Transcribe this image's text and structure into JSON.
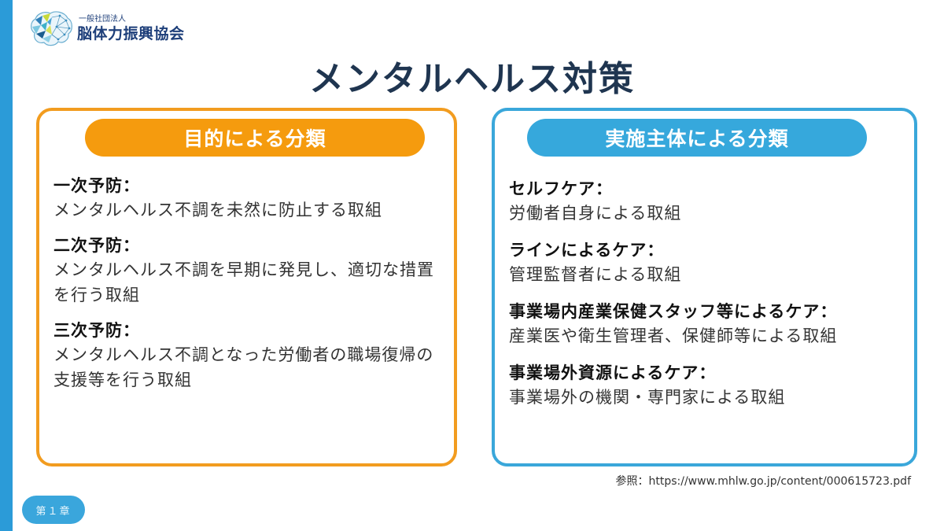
{
  "brand": {
    "org_type": "一般社団法人",
    "org_name": "脳体力振興協会",
    "logo_icon": "brain-network-icon"
  },
  "page": {
    "title": "メンタルヘルス対策",
    "chapter": "第１章",
    "reference": "参照：https://www.mhlw.go.jp/content/000615723.pdf"
  },
  "colors": {
    "side_stripe": "#2b9bd8",
    "title": "#1f3550",
    "orange": "#f59b0e",
    "blue": "#36a8dc"
  },
  "left_panel": {
    "header": "目的による分類",
    "items": [
      {
        "title": "一次予防：",
        "desc": "メンタルヘルス不調を未然に防止する取組"
      },
      {
        "title": "二次予防：",
        "desc": "メンタルヘルス不調を早期に発見し、適切な措置を行う取組"
      },
      {
        "title": "三次予防：",
        "desc": "メンタルヘルス不調となった労働者の職場復帰の支援等を行う取組"
      }
    ]
  },
  "right_panel": {
    "header": "実施主体による分類",
    "items": [
      {
        "title": "セルフケア：",
        "desc": "労働者自身による取組"
      },
      {
        "title": "ラインによるケア：",
        "desc": "管理監督者による取組"
      },
      {
        "title": "事業場内産業保健スタッフ等によるケア：",
        "desc": "産業医や衛生管理者、保健師等による取組"
      },
      {
        "title": "事業場外資源によるケア：",
        "desc": "事業場外の機関・専門家による取組"
      }
    ]
  }
}
